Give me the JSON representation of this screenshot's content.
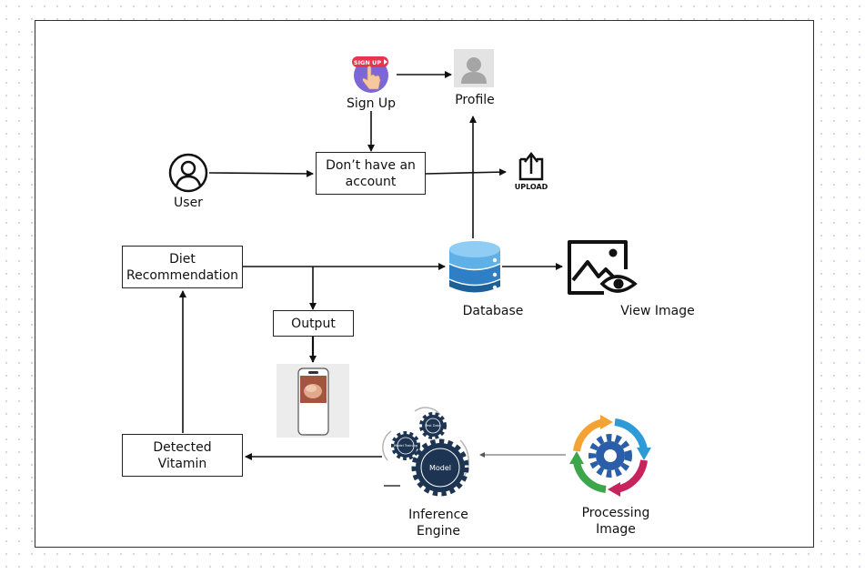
{
  "nodes": {
    "signup": {
      "label": "Sign Up",
      "badge": "SIGN UP"
    },
    "profile": {
      "label": "Profile"
    },
    "account": {
      "line1": "Don’t have an",
      "line2": "account"
    },
    "user": {
      "label": "User"
    },
    "upload": {
      "label": "UPLOAD"
    },
    "diet": {
      "line1": "Diet",
      "line2": "Recommendation"
    },
    "database": {
      "label": "Database"
    },
    "view_image": {
      "label": "View Image"
    },
    "output": {
      "label": "Output"
    },
    "detected": {
      "line1": "Detected",
      "line2": "Vitamin"
    },
    "inference": {
      "line1": "Inference",
      "line2": "Engine",
      "gear_model": "Model",
      "gear_training": "Model Training",
      "gear_test": "Test Data"
    },
    "processing": {
      "line1": "Processing",
      "line2": "Image"
    }
  },
  "icons": {
    "signup": "sign-up-icon",
    "profile": "profile-avatar-icon",
    "user": "user-circle-icon",
    "upload": "upload-icon",
    "database": "database-icon",
    "view_image": "view-image-icon",
    "phone": "phone-output-icon",
    "inference": "gears-icon",
    "processing": "processing-cycle-icon"
  },
  "colors": {
    "signup_badge": "#e8344e",
    "signup_circle": "#7b67d8",
    "db_top": "#5fb0e6",
    "db_mid": "#2f7fc6",
    "db_bottom": "#1f5f98",
    "gear_dark": "#1d3553",
    "cycle_orange": "#f4a233",
    "cycle_blue": "#2e9ad6",
    "cycle_magenta": "#c7245e",
    "cycle_green": "#3da64a",
    "cycle_gear": "#2b5ea8"
  }
}
